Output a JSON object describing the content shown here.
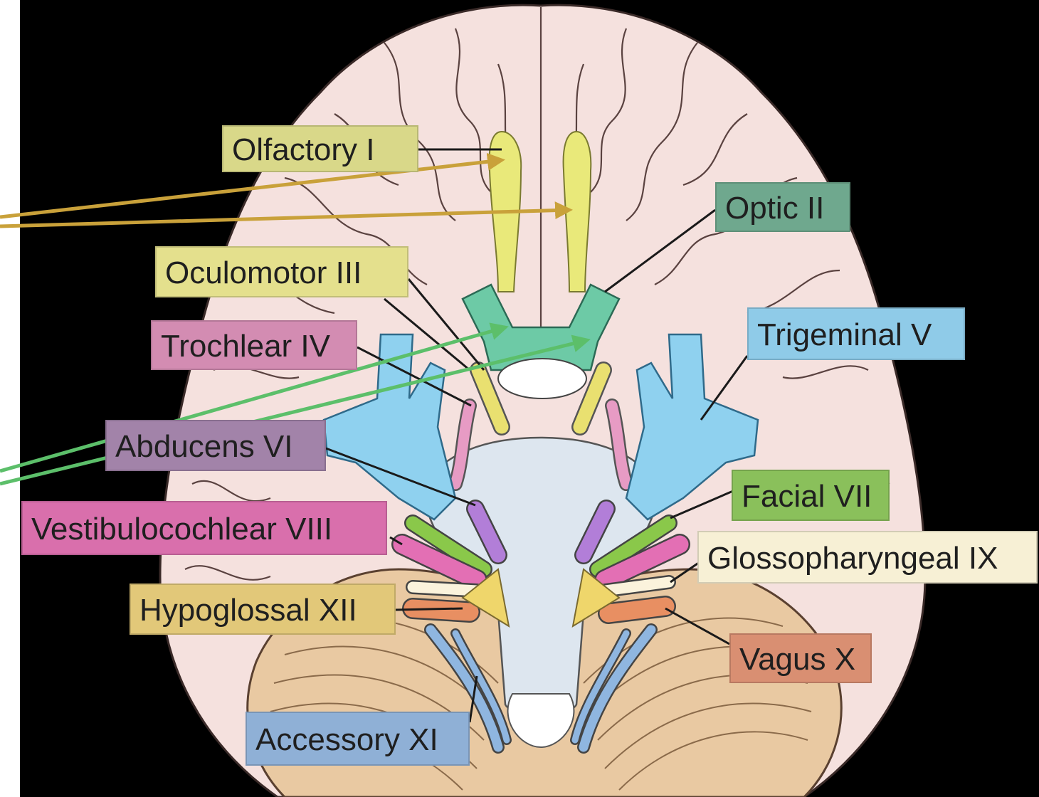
{
  "colors": {
    "background": "#000000",
    "cerebrum": "#f5e1de",
    "cerebellum": "#e9c9a2",
    "brainstem": "#dde6ef",
    "arrow_olfactory": "#c9a13a",
    "arrow_optic": "#5cbf6a"
  },
  "nerves": [
    {
      "key": "olfactory",
      "label": "Olfactory I",
      "color": "#d9d889",
      "icon": "olfactory-bulb"
    },
    {
      "key": "optic",
      "label": "Optic II",
      "color": "#6fa88e",
      "icon": "optic-chiasm"
    },
    {
      "key": "oculomotor",
      "label": "Oculomotor III",
      "color": "#e4e08d",
      "icon": "oculomotor-nerve"
    },
    {
      "key": "trochlear",
      "label": "Trochlear IV",
      "color": "#d38cb2",
      "icon": "trochlear-nerve"
    },
    {
      "key": "trigeminal",
      "label": "Trigeminal V",
      "color": "#8fcbe8",
      "icon": "trigeminal-nerve"
    },
    {
      "key": "abducens",
      "label": "Abducens VI",
      "color": "#a283a9",
      "icon": "abducens-nerve"
    },
    {
      "key": "facial",
      "label": "Facial VII",
      "color": "#8ac05b",
      "icon": "facial-nerve"
    },
    {
      "key": "vestibulocochlear",
      "label": "Vestibulocochlear VIII",
      "color": "#d96fac",
      "icon": "vestibulocochlear-nerve"
    },
    {
      "key": "glossopharyngeal",
      "label": "Glossopharyngeal IX",
      "color": "#f7f0d5",
      "icon": "glossopharyngeal-nerve"
    },
    {
      "key": "vagus",
      "label": "Vagus X",
      "color": "#d98f72",
      "icon": "vagus-nerve"
    },
    {
      "key": "accessory",
      "label": "Accessory XI",
      "color": "#8fb0d6",
      "icon": "accessory-nerve"
    },
    {
      "key": "hypoglossal",
      "label": "Hypoglossal XII",
      "color": "#e2c879",
      "icon": "hypoglossal-nerve"
    }
  ]
}
